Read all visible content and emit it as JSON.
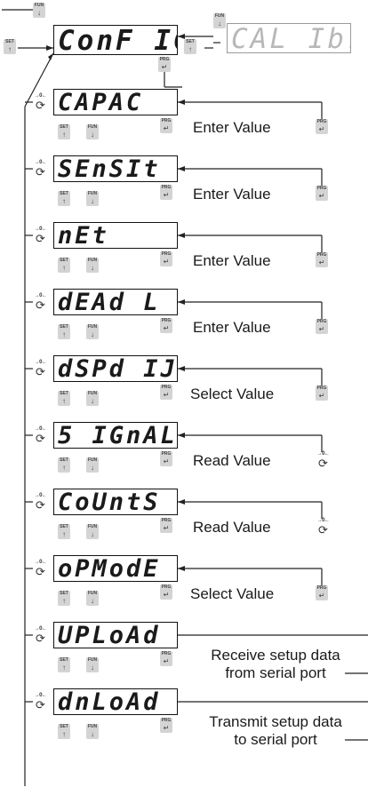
{
  "top": {
    "config_display": "ConF IG",
    "calibr_display": "CAL Ibr",
    "keys": {
      "fun": "FUN",
      "set": "SET",
      "prg": "PRG"
    }
  },
  "menu_items": [
    {
      "display": "CAPAC",
      "action": "Enter Value",
      "action_key": "PRG"
    },
    {
      "display": "SEnSIt",
      "action": "Enter Value",
      "action_key": "PRG"
    },
    {
      "display": " nEt",
      "action": "Enter Value",
      "action_key": "PRG"
    },
    {
      "display": "dEAd  L",
      "action": "Enter Value",
      "action_key": "PRG"
    },
    {
      "display": "dSPd IJ",
      "action": "Select Value",
      "action_key": "PRG"
    },
    {
      "display": "5 IGnAL",
      "action": "Read Value",
      "action_key": "ZERO"
    },
    {
      "display": "CoUntS",
      "action": "Read Value",
      "action_key": "ZERO"
    },
    {
      "display": "oPModE",
      "action": "Select Value",
      "action_key": "PRG"
    },
    {
      "display": "UPLoAd",
      "action": "Receive setup data\nfrom serial port",
      "action_key": "PRG"
    },
    {
      "display": "dnLoAd",
      "action": "Transmit setup data\nto serial port",
      "action_key": "PRG"
    }
  ],
  "side_key_label": "→0←"
}
